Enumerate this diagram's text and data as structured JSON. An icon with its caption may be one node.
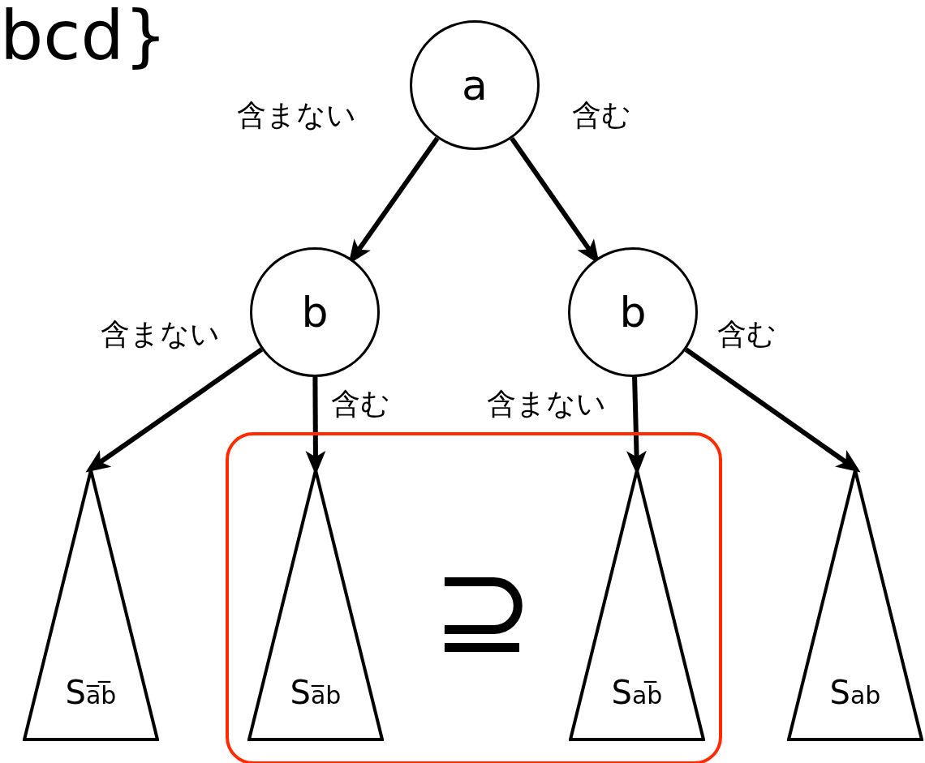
{
  "diagram": {
    "nodes": [
      {
        "text": [
          "a"
        ]
      },
      {
        "text": [
          "b"
        ]
      },
      {
        "text": [
          "b"
        ]
      },
      {
        "text": [
          "S$_{a̅b̅}$"
        ]
      },
      {
        "text": [
          "⊇"
        ]
      },
      {
        "text": [
          "S$_{a̅b}$"
        ],
        "in": 4
      },
      {
        "text": [
          "S$_{ab̅}$"
        ],
        "in": 4
      },
      {
        "text": [
          "S$_{ab}$"
        ]
      }
    ],
    "edges": [
      {
        "from": 0,
        "to": 1,
        "arrow": "to",
        "label": "含まない"
      },
      {
        "from": 0,
        "to": 2,
        "arrow": "to",
        "label": "含む"
      },
      {
        "from": 1,
        "to": 3,
        "arrow": "to",
        "label": "含まない"
      },
      {
        "from": 1,
        "to": 5,
        "arrow": "to",
        "label": "含む"
      },
      {
        "from": 2,
        "to": 6,
        "arrow": "to",
        "label": "含まない"
      },
      {
        "from": 2,
        "to": 7,
        "arrow": "to",
        "label": "含む"
      }
    ],
    "labels": [
      "bcd}"
    ]
  }
}
